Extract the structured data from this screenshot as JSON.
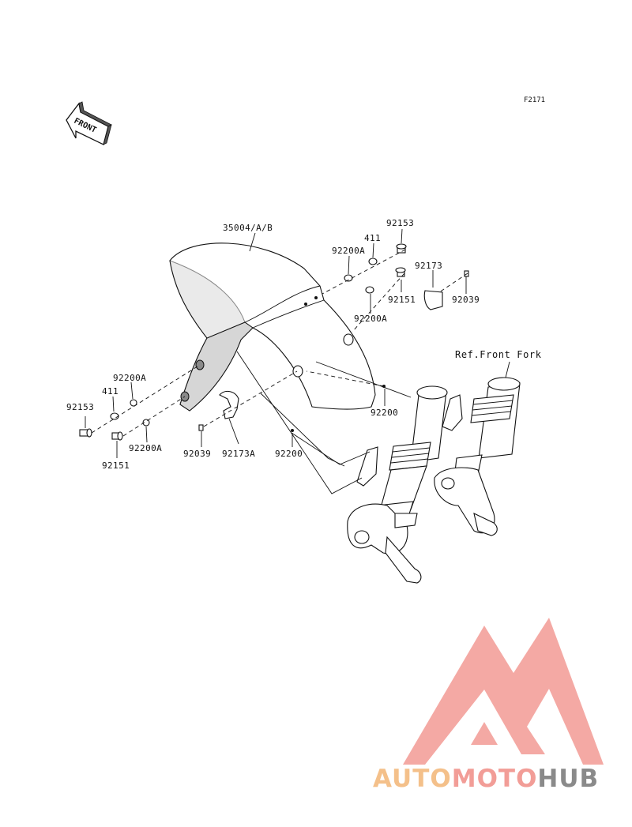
{
  "diagram": {
    "code": "F2171",
    "front_arrow_text": "FRONT",
    "reference_label": "Ref.Front Fork",
    "part_labels": {
      "fender": "35004/A/B",
      "bolt_right": "92153",
      "collar_right": "411",
      "washer_right_top": "92200A",
      "screw_right": "92151",
      "washer_right_bottom": "92200A",
      "clamp_right": "92173",
      "clip_right": "92039",
      "washer_left_top": "92200A",
      "collar_left": "411",
      "bolt_left": "92153",
      "washer_left_bottom": "92200A",
      "screw_left": "92151",
      "clip_left": "92039",
      "clamp_left": "92173A",
      "washer_center": "92200",
      "washer_right_lower": "92200"
    }
  },
  "watermark": {
    "brand_auto": "AUTO",
    "brand_moto": "MOTO",
    "brand_hub": "HUB",
    "colors": {
      "auto": "#f4c08a",
      "moto": "#f29d97",
      "hub": "#8a8a8a",
      "logo": "#f29d97"
    }
  }
}
